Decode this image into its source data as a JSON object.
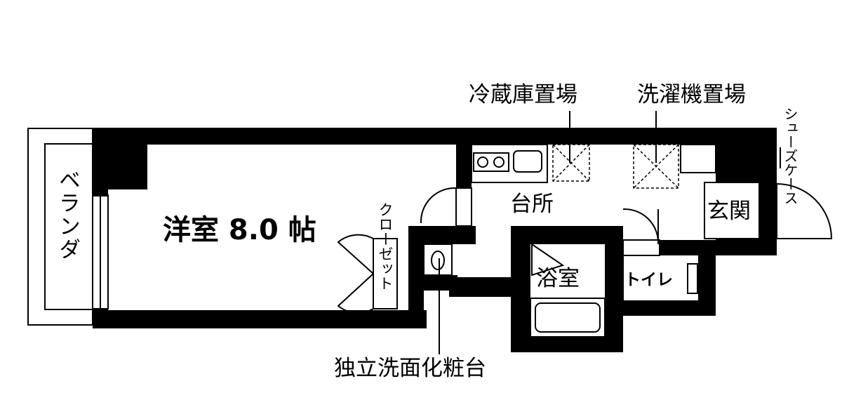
{
  "labels": {
    "main_room": "洋室 8.0 帖",
    "veranda": "ベランダ",
    "closet": "クローゼット",
    "kitchen": "台所",
    "fridge_space": "冷蔵庫置場",
    "washer_space": "洗濯機置場",
    "shoe_case": "シューズケース",
    "entrance": "玄関",
    "bathroom": "浴室",
    "toilet": "トイレ",
    "vanity": "独立洗面化粧台"
  },
  "colors": {
    "wall": "#000000",
    "background": "#ffffff",
    "fixture": "#000000"
  }
}
